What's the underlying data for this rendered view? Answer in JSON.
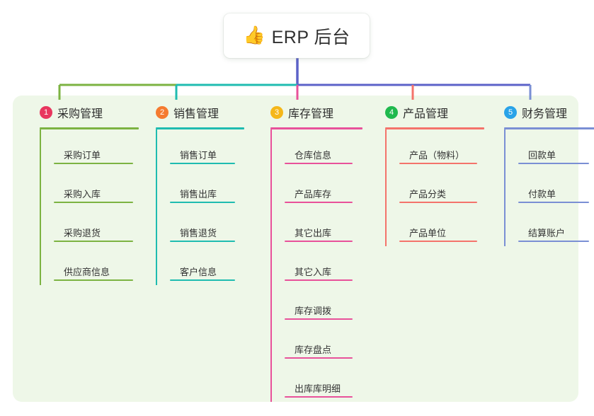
{
  "root": {
    "emoji": "👍",
    "emoji_name": "thumbs-up-icon",
    "title": "ERP 后台"
  },
  "palette": {
    "panel_bg": "#eef7e8",
    "page_bg": "#ffffff",
    "trunk": "#5c62c8",
    "col1": "#7cb342",
    "col2": "#1fbcb0",
    "col3": "#e8519a",
    "col4": "#f4736b",
    "col5": "#7a8fd4",
    "badge1": "#e8365e",
    "badge2": "#f57b30",
    "badge3": "#f5b719",
    "badge4": "#1fb94e",
    "badge5": "#29a3e8"
  },
  "columns": [
    {
      "number": "1",
      "title": "采购管理",
      "badge_color": "#e8365e",
      "line_color": "#7cb342",
      "items": [
        "采购订单",
        "采购入库",
        "采购退货",
        "供应商信息"
      ]
    },
    {
      "number": "2",
      "title": "销售管理",
      "badge_color": "#f57b30",
      "line_color": "#1fbcb0",
      "items": [
        "销售订单",
        "销售出库",
        "销售退货",
        "客户信息"
      ]
    },
    {
      "number": "3",
      "title": "库存管理",
      "badge_color": "#f5b719",
      "line_color": "#e8519a",
      "items": [
        "仓库信息",
        "产品库存",
        "其它出库",
        "其它入库",
        "库存调拨",
        "库存盘点",
        "出库库明细"
      ]
    },
    {
      "number": "4",
      "title": "产品管理",
      "badge_color": "#1fb94e",
      "line_color": "#f4736b",
      "items": [
        "产品（物料）",
        "产品分类",
        "产品单位"
      ]
    },
    {
      "number": "5",
      "title": "财务管理",
      "badge_color": "#29a3e8",
      "line_color": "#7a8fd4",
      "items": [
        "回款单",
        "付款单",
        "结算账户"
      ]
    }
  ]
}
